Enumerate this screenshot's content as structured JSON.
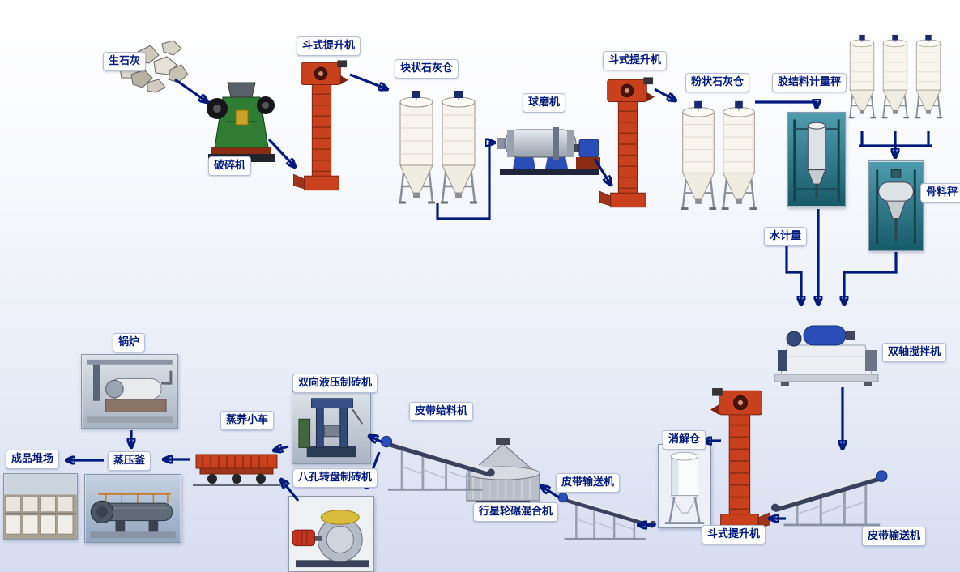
{
  "diagram": {
    "type": "process-flow",
    "labels": {
      "quicklime": "生石灰",
      "crusher": "破碎机",
      "bucket_elevator_1": "斗式提升机",
      "lump_lime_silo": "块状石灰仓",
      "ball_mill": "球磨机",
      "bucket_elevator_2": "斗式提升机",
      "powder_lime_silo": "粉状石灰仓",
      "binder_scale": "胶结料计量秤",
      "aggregate_scale": "骨料秤",
      "water_meter": "水计量",
      "twin_shaft_mixer": "双轴搅拌机",
      "belt_conveyor_1": "皮带输送机",
      "bucket_elevator_3": "斗式提升机",
      "slaking_silo": "消解仓",
      "belt_conveyor_2": "皮带输送机",
      "planetary_mixer": "行星轮碾混合机",
      "belt_feeder": "皮带给料机",
      "hydraulic_press": "双向液压制砖机",
      "rotary_press": "八孔转盘制砖机",
      "curing_cart": "蒸养小车",
      "autoclave": "蒸压釜",
      "boiler": "锅炉",
      "product_yard": "成品堆场"
    },
    "colors": {
      "arrow": "#001a7d",
      "label_text": "#001a7d",
      "elevator_red": "#c8401c",
      "crusher_green": "#2f7d33",
      "motor_blue": "#2b4db8",
      "photo_teal": "#2e7f93"
    }
  }
}
